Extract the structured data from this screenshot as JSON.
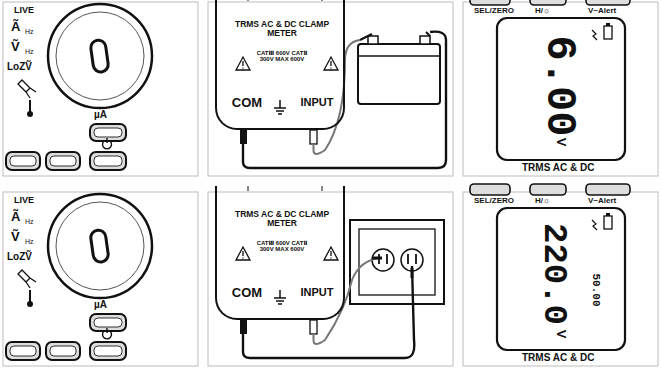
{
  "diagram": {
    "nodes": [
      {
        "text": [
          "TRMS AC & DC CLAMP METER",
          "CATⅢ 600V CATⅡ 300V MAX 600V",
          "COM",
          "INPUT"
        ]
      },
      {
        "text": [
          "6.00",
          "V"
        ]
      },
      {
        "text": [
          "TRMS AC & DC CLAMP METER",
          "CATⅢ 600V CATⅡ 300V MAX 600V",
          "COM",
          "INPUT"
        ]
      },
      {
        "text": [
          "220.0",
          "50.00",
          "V"
        ]
      }
    ],
    "labels": [
      "LIVE",
      "Ã",
      "Hz",
      "Ṽ",
      "Hz",
      "LoZṼ",
      "µA",
      "SEL/ZERO",
      "H/☼",
      "V~Alert",
      "TRMS AC & DC",
      "LIVE",
      "Ã",
      "Hz",
      "Ṽ",
      "Hz",
      "LoZṼ",
      "µA",
      "SEL/ZERO",
      "H/☼",
      "V~Alert",
      "TRMS AC & DC"
    ]
  }
}
